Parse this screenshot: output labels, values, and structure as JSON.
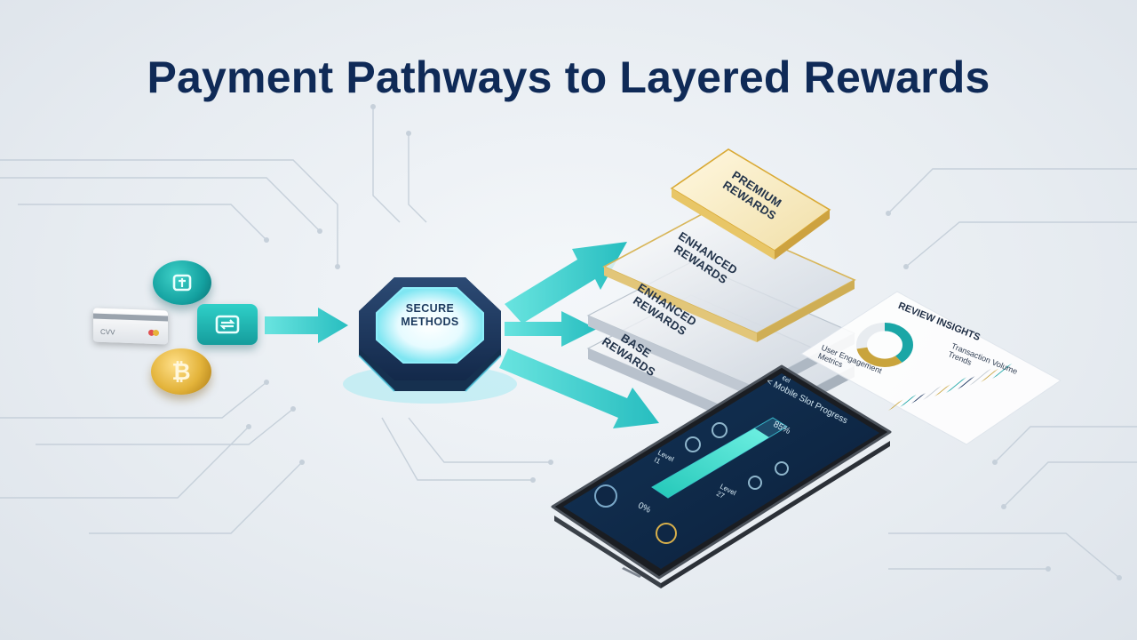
{
  "title": "Payment Pathways to Layered Rewards",
  "payment_inputs": {
    "card_text": "CVV"
  },
  "hub": {
    "label_line1": "SECURE",
    "label_line2": "METHODS"
  },
  "reward_layers": [
    {
      "line1": "PREMIUM",
      "line2": "REWARDS"
    },
    {
      "line1": "ENHANCED",
      "line2": "REWARDS"
    },
    {
      "line1": "ENHANCED",
      "line2": "REWARDS"
    },
    {
      "line1": "BASE",
      "line2": "REWARDS"
    }
  ],
  "insights": {
    "title": "REVIEW INSIGHTS",
    "left_label_line1": "User Engagement",
    "left_label_line2": "Metrics",
    "right_label_line1": "Transaction Volume",
    "right_label_line2": "Trends",
    "donut_fraction": 0.72,
    "bars": [
      0.35,
      0.5,
      0.3,
      0.65,
      0.45,
      0.8,
      0.55,
      0.95,
      0.6,
      0.75
    ]
  },
  "phone": {
    "status": "€el",
    "header": "< Mobile Slot Progress",
    "progress_label": "85%",
    "progress": 0.85,
    "start_label": "0%",
    "level_a_line1": "Level",
    "level_a_line2": "I1",
    "level_b_line1": "Level",
    "level_b_line2": "27"
  },
  "colors": {
    "title": "#0f2a57",
    "teal": "#1ec8c8",
    "gold": "#d9a934",
    "phone_bg": "#0d2a4a"
  }
}
